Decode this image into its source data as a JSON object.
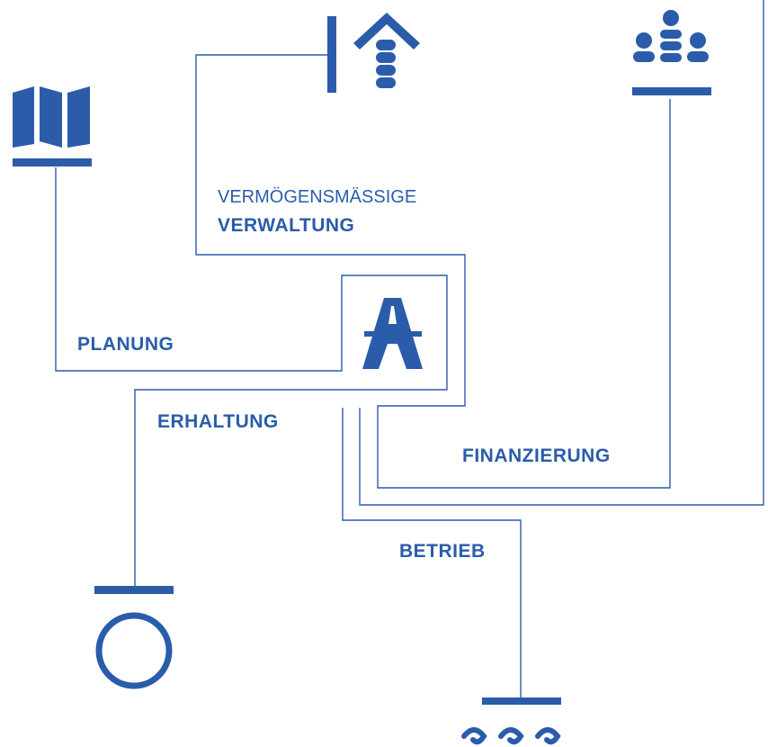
{
  "colors": {
    "primary": "#2a5caa",
    "line": "#2a5caa",
    "background": "#ffffff"
  },
  "labels": {
    "verwaltung_top": "VERMÖGENSMÄSSIGE",
    "verwaltung_bottom": "VERWALTUNG",
    "planung": "PLANUNG",
    "erhaltung": "ERHALTUNG",
    "finanzierung": "FINANZIERUNG",
    "betrieb": "BETRIEB"
  },
  "icons": {
    "planung": "map-icon",
    "verwaltung": "house-coins-icon",
    "finanzierung": "coin-stacks-icon",
    "center": "motorway-icon",
    "erhaltung": "ring-icon",
    "betrieb": "waves-icon"
  }
}
